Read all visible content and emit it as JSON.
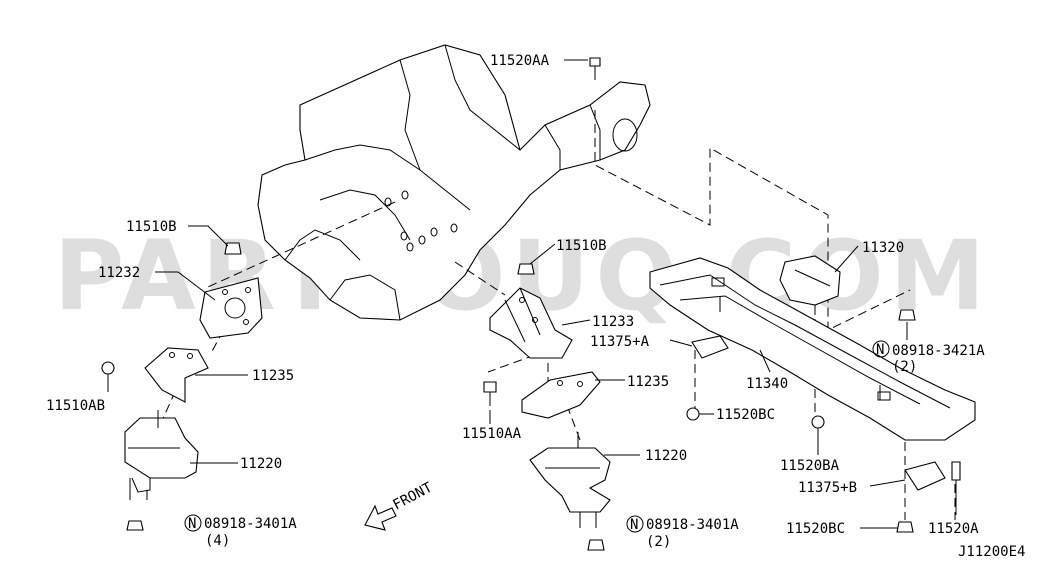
{
  "watermark": "PARTSOUQ.COM",
  "diagram_code": "J11200E4",
  "front_label": "FRONT",
  "labels": {
    "l_11520AA": "11520AA",
    "l_11510B_left": "11510B",
    "l_11232": "11232",
    "l_11510AB": "11510AB",
    "l_11235_left": "11235",
    "l_11220_left": "11220",
    "l_08918_3401A_left": "08918-3401A",
    "l_qty_left": "(4)",
    "l_11510B_center": "11510B",
    "l_11233": "11233",
    "l_11375A": "11375+A",
    "l_11235_center": "11235",
    "l_11510AA": "11510AA",
    "l_11220_center": "11220",
    "l_08918_3401A_center": "08918-3401A",
    "l_qty_center": "(2)",
    "l_11320": "11320",
    "l_08918_3421A": "08918-3421A",
    "l_qty_right": "(2)",
    "l_11340": "11340",
    "l_11520BC_upper": "11520BC",
    "l_11520BA": "11520BA",
    "l_11375B": "11375+B",
    "l_11520BC_lower": "11520BC",
    "l_11520A": "11520A"
  },
  "nut_marker": "N"
}
